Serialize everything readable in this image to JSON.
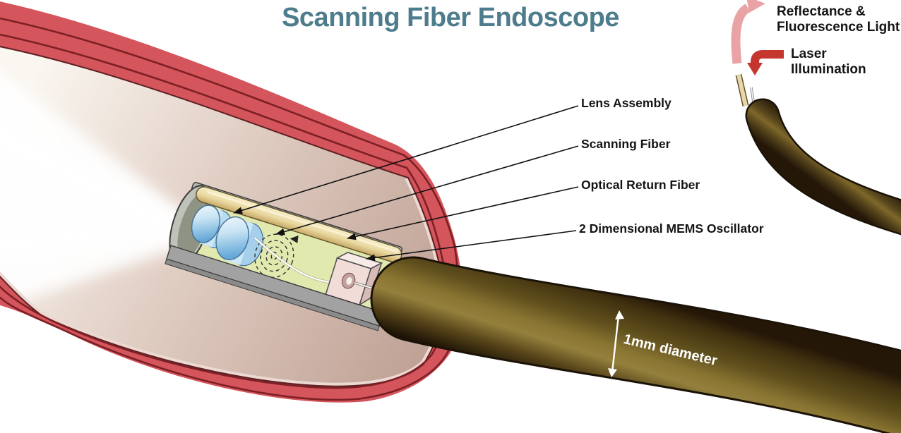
{
  "title": "Scanning Fiber Endoscope",
  "callouts": {
    "lens_assembly": "Lens Assembly",
    "scanning_fiber": "Scanning Fiber",
    "optical_return_fiber": "Optical Return Fiber",
    "mems_oscillator": "2 Dimensional MEMS Oscillator"
  },
  "legend": {
    "reflectance": {
      "line1": "Reflectance &",
      "line2": "Fluorescence Light"
    },
    "laser": {
      "line1": "Laser",
      "line2": "Illumination"
    }
  },
  "dimension_label": "1mm diameter",
  "colors": {
    "title": "#4d7c8c",
    "vessel_red": "#d5555c",
    "vessel_stripe": "#7c2025",
    "reflectance_arrow": "#e9a3a5",
    "laser_arrow": "#c5362f"
  }
}
